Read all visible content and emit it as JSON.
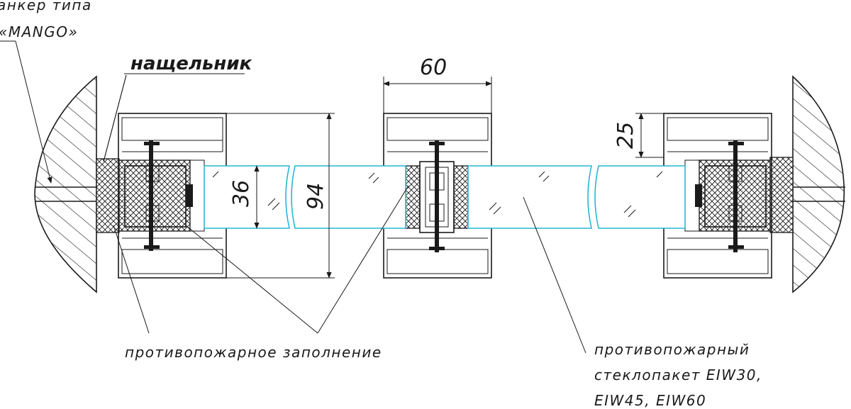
{
  "labels": {
    "anchor_line1": "анкер типа",
    "anchor_line2": "«MANGO»",
    "strike_plate": "нащельник",
    "fire_filling": "противопожарное заполнение",
    "glass_line1": "противопожарный",
    "glass_line2": "стеклопакет EIW30,",
    "glass_line3": "EIW45, EIW60"
  },
  "dimensions": {
    "d60": "60",
    "d25": "25",
    "d36": "36",
    "d94": "94"
  },
  "colors": {
    "line": "#1a1a1a",
    "glass": "#29b6d6"
  }
}
